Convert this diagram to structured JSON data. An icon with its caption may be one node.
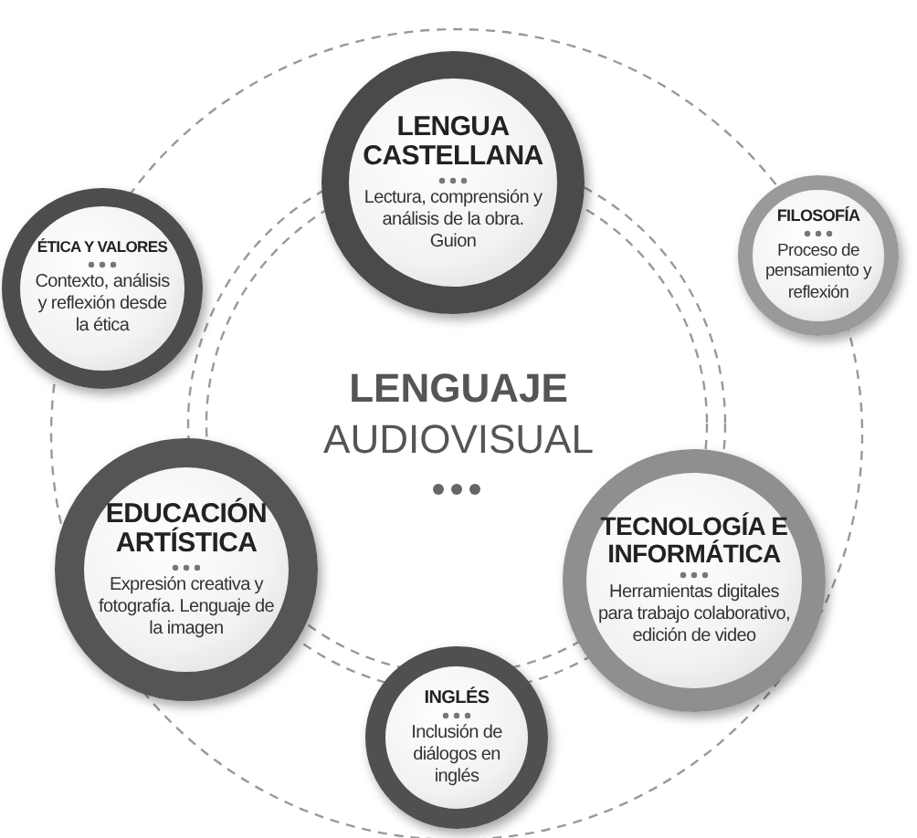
{
  "diagram": {
    "nodes": [
      {
        "text": [
          "LENGUA CASTELLANA",
          "Lectura, comprensión y análisis de la obra. Guion"
        ]
      },
      {
        "text": [
          "ÉTICA Y VALORES",
          "Contexto, análisis y reflexión desde la ética"
        ]
      },
      {
        "text": [
          "FILOSOFÍA",
          "Proceso de pensamiento y reflexión"
        ]
      },
      {
        "text": [
          "EDUCACIÓN ARTÍSTICA",
          "Expresión creativa y fotografía. Lenguaje de la imagen"
        ]
      },
      {
        "text": [
          "TECNOLOGÍA E INFORMÁTICA",
          "Herramientas digitales para trabajo colaborativo, edición de video"
        ]
      },
      {
        "text": [
          "INGLÉS",
          "Inclusión de diálogos en inglés"
        ]
      }
    ],
    "labels": [
      "LENGUAJE",
      "AUDIOVISUAL"
    ]
  }
}
